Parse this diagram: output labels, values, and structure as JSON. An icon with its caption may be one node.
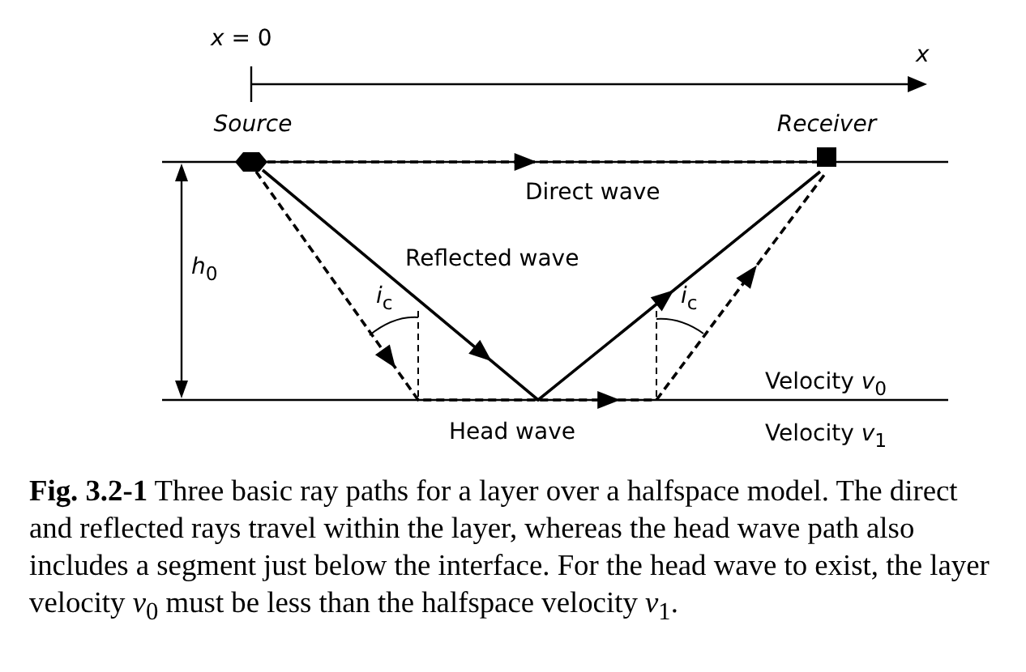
{
  "diagram": {
    "caption": "**Fig. 3.2-1**  Three basic ray paths for a layer over a halfspace model. The direct and reflected rays travel within the layer, whereas the head wave path also includes a segment just below the interface. For the head wave to exist, the layer velocity *v*$_{0}$ must be less than the halfspace velocity *v*$_{1}$.",
    "nodes": [
      {
        "text": [
          "Source"
        ]
      },
      {
        "text": [
          "Receiver"
        ]
      }
    ],
    "edges": [
      {
        "from": 0,
        "to": 1,
        "arrow": "to",
        "style": "dashed",
        "label": "Direct wave"
      },
      {
        "from": 0,
        "to": 1,
        "arrow": "to",
        "label": "Reflected wave"
      },
      {
        "from": 0,
        "to": 1,
        "arrow": "to",
        "style": "dashed",
        "label": "Head wave"
      }
    ],
    "labels": [
      "*x* = 0",
      "x",
      "*h*$_{0}$",
      "*i*$_{c}$",
      "*i*$_{c}$",
      "Velocity *v*$_{0}$",
      "Velocity *v*$_{1}$"
    ]
  }
}
